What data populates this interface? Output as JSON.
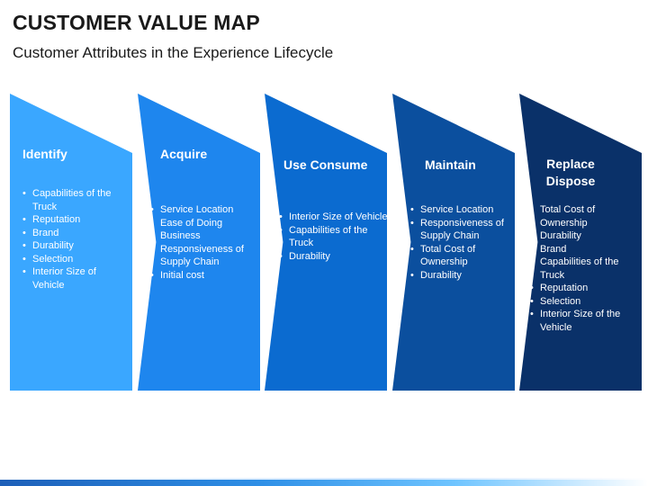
{
  "header": {
    "title": "CUSTOMER VALUE MAP",
    "subtitle": "Customer Attributes in the Experience Lifecycle"
  },
  "colors": {
    "stage1": "#3aa7ff",
    "stage2": "#1e86ee",
    "stage3": "#0b6bd0",
    "stage4": "#0b4f9e",
    "stage5": "#0a3169"
  },
  "stages": [
    {
      "title": "Identify",
      "items": [
        "Capabilities of the Truck",
        "Reputation",
        "Brand",
        "Durability",
        "Selection",
        "Interior Size of Vehicle"
      ]
    },
    {
      "title": "Acquire",
      "items": [
        "Service Location",
        "Ease of Doing Business",
        "Responsiveness of Supply Chain",
        "Initial cost"
      ]
    },
    {
      "title": "Use Consume",
      "items": [
        "Interior Size of Vehicle",
        "Capabilities of the Truck",
        "Durability"
      ]
    },
    {
      "title": "Maintain",
      "items": [
        "Service Location",
        "Responsiveness of Supply Chain",
        "Total Cost of Ownership",
        "Durability"
      ]
    },
    {
      "title": "Replace Dispose",
      "items": [
        "Total Cost of Ownership",
        "Durability",
        "Brand",
        "Capabilities of the Truck",
        "Reputation",
        "Selection",
        "Interior Size of the Vehicle"
      ]
    }
  ]
}
